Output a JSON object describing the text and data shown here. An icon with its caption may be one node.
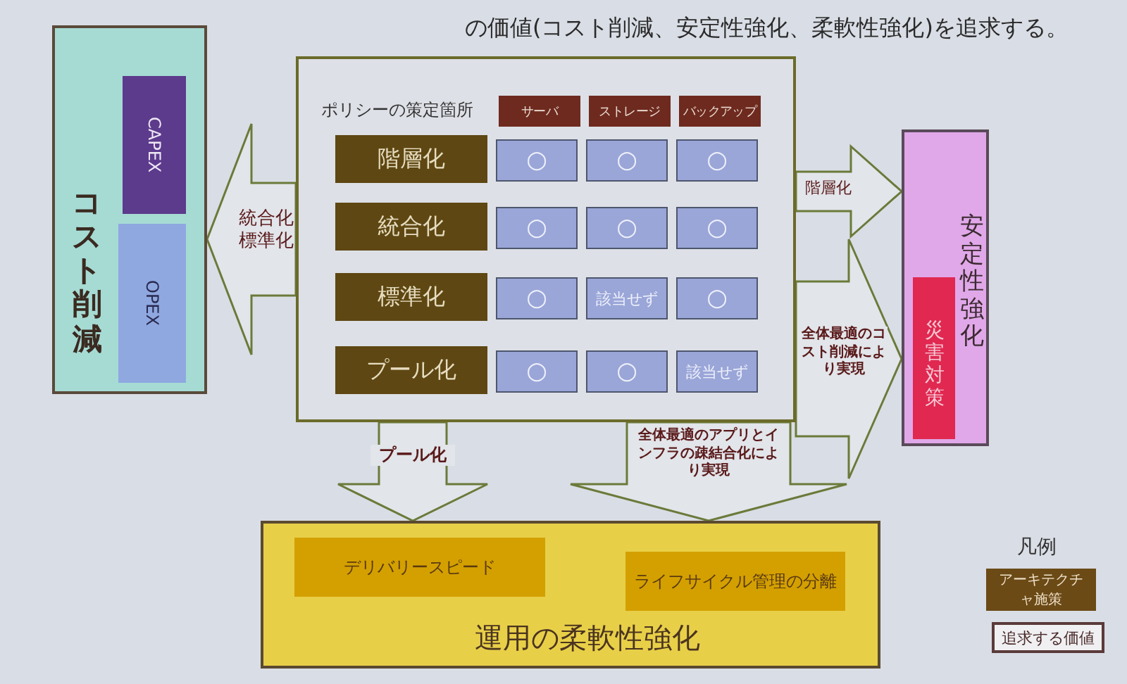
{
  "diagram": {
    "title": "の価値(コスト削減、安定性強化、柔軟性強化)を追求する。",
    "nodes": [
      {
        "text": [
          "コスト削減"
        ]
      },
      {
        "text": [
          "CAPEX"
        ],
        "in": 0
      },
      {
        "text": [
          "OPEX"
        ],
        "in": 0
      },
      {
        "text": [
          "ポリシーの策定箇所"
        ]
      },
      {
        "text": [
          "サーバ"
        ],
        "in": 3
      },
      {
        "text": [
          "ストレージ"
        ],
        "in": 3
      },
      {
        "text": [
          "バックアップ"
        ],
        "in": 3
      },
      {
        "text": [
          "階層化"
        ],
        "in": 3
      },
      {
        "text": [
          "○"
        ],
        "in": 3
      },
      {
        "text": [
          "○"
        ],
        "in": 3
      },
      {
        "text": [
          "○"
        ],
        "in": 3
      },
      {
        "text": [
          "統合化"
        ],
        "in": 3
      },
      {
        "text": [
          "○"
        ],
        "in": 3
      },
      {
        "text": [
          "○"
        ],
        "in": 3
      },
      {
        "text": [
          "○"
        ],
        "in": 3
      },
      {
        "text": [
          "標準化"
        ],
        "in": 3
      },
      {
        "text": [
          "○"
        ],
        "in": 3
      },
      {
        "text": [
          "該当せず"
        ],
        "in": 3
      },
      {
        "text": [
          "○"
        ],
        "in": 3
      },
      {
        "text": [
          "プール化"
        ],
        "in": 3
      },
      {
        "text": [
          "○"
        ],
        "in": 3
      },
      {
        "text": [
          "○"
        ],
        "in": 3
      },
      {
        "text": [
          "該当せず"
        ],
        "in": 3
      },
      {
        "text": [
          "安定性強化"
        ]
      },
      {
        "text": [
          "災害対策"
        ],
        "in": 23
      },
      {
        "text": [
          "運用の柔軟性強化"
        ]
      },
      {
        "text": [
          "デリバリースピード"
        ],
        "in": 25
      },
      {
        "text": [
          "ライフサイクル管理の分離"
        ],
        "in": 25
      }
    ],
    "edges": [
      {
        "from": 3,
        "to": 0,
        "arrow": "to",
        "label": "統合化標準化"
      },
      {
        "from": 3,
        "to": 23,
        "arrow": "to",
        "label": "階層化"
      },
      {
        "from": 3,
        "to": 23,
        "arrow": "to",
        "label": "全体最適のコスト削減により実現"
      },
      {
        "from": 3,
        "to": 25,
        "arrow": "to",
        "label": "プール化"
      },
      {
        "from": 3,
        "to": 25,
        "arrow": "to",
        "label": "全体最適のアプリとインフラの疎結合化により実現"
      }
    ],
    "labels": [
      "凡例"
    ],
    "legend": [
      {
        "text": "アーキテクチャ施策",
        "color": "#6b4a16"
      },
      {
        "text": "追求する価値"
      }
    ]
  }
}
